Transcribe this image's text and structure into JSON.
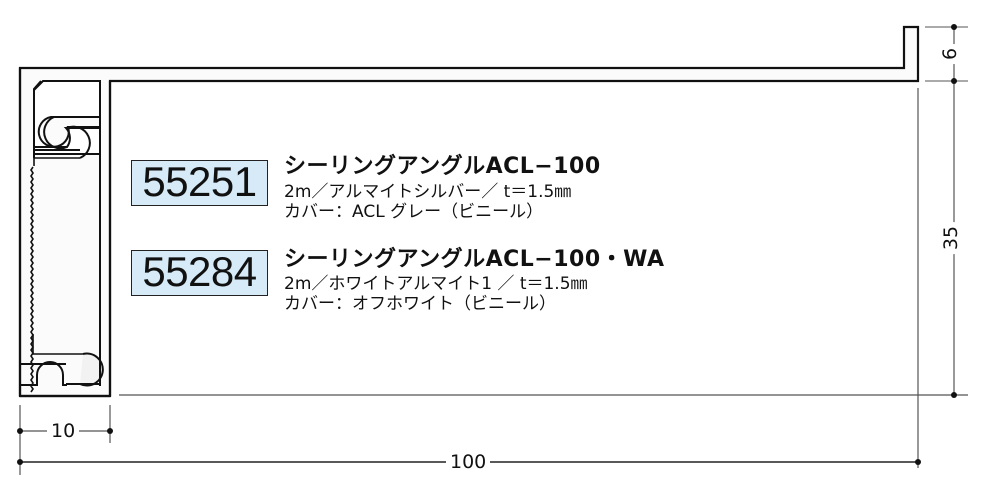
{
  "products": [
    {
      "code": "55251",
      "name": "シーリングアングルACL−100",
      "spec": "2m／アルマイトシルバー／ t＝1.5㎜",
      "cover": "カバー：ACL グレー（ビニール）"
    },
    {
      "code": "55284",
      "name": "シーリングアングルACL−100・WA",
      "spec": "2m／ホワイトアルマイト1 ／ t＝1.5㎜",
      "cover": "カバー：オフホワイト（ビニール）"
    }
  ],
  "dimensions": {
    "lip_height": "6",
    "height": "35",
    "flange_width": "10",
    "total_width": "100"
  },
  "colors": {
    "code_box_bg": "#d6ebf7",
    "line": "#222222",
    "profile_fill": "#f4f4f4"
  }
}
